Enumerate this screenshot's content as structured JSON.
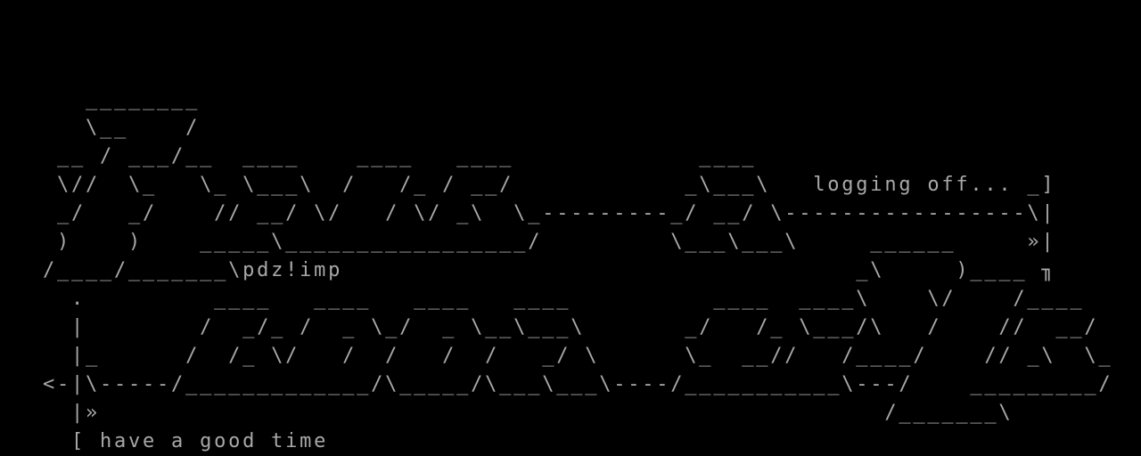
{
  "colors": {
    "background": "#000000",
    "foreground": "#a8a8a8"
  },
  "screen": {
    "lines": [
      "",
      "",
      "",
      "      ________",
      "      \\__    /",
      "    __ / ___/__  ____    ____   ____             ____",
      "    \\//  \\_   \\_ \\___\\  /   /_ / __/            _\\___\\   logging off... _]",
      "    _/   _/    // __/ \\/   / \\/ _\\  \\_---------_/ __/ \\-----------------\\|",
      "    )    )    _____\\_________________/         \\___\\___\\     ______     »|",
      "   /____/_______\\pdz!imp                                    _\\     )____ ╖",
      "     .         ____   ____   ____   ____          ____  ____\\    \\/    /____",
      "     |        /  _/_ /  _ \\_/  _ \\__\\___\\       _/   /_ \\___/\\   /    //  __/",
      "     |_      /  /_ \\/   /  /   /  /   _/ \\      \\_  __//   /____/    // _\\  \\_",
      "   <-|\\-----/_____________/\\_____/\\___\\___\\----/___________\\---/    _________/",
      "     |»                                                       /_______\\",
      "     [ have a good time"
    ]
  }
}
